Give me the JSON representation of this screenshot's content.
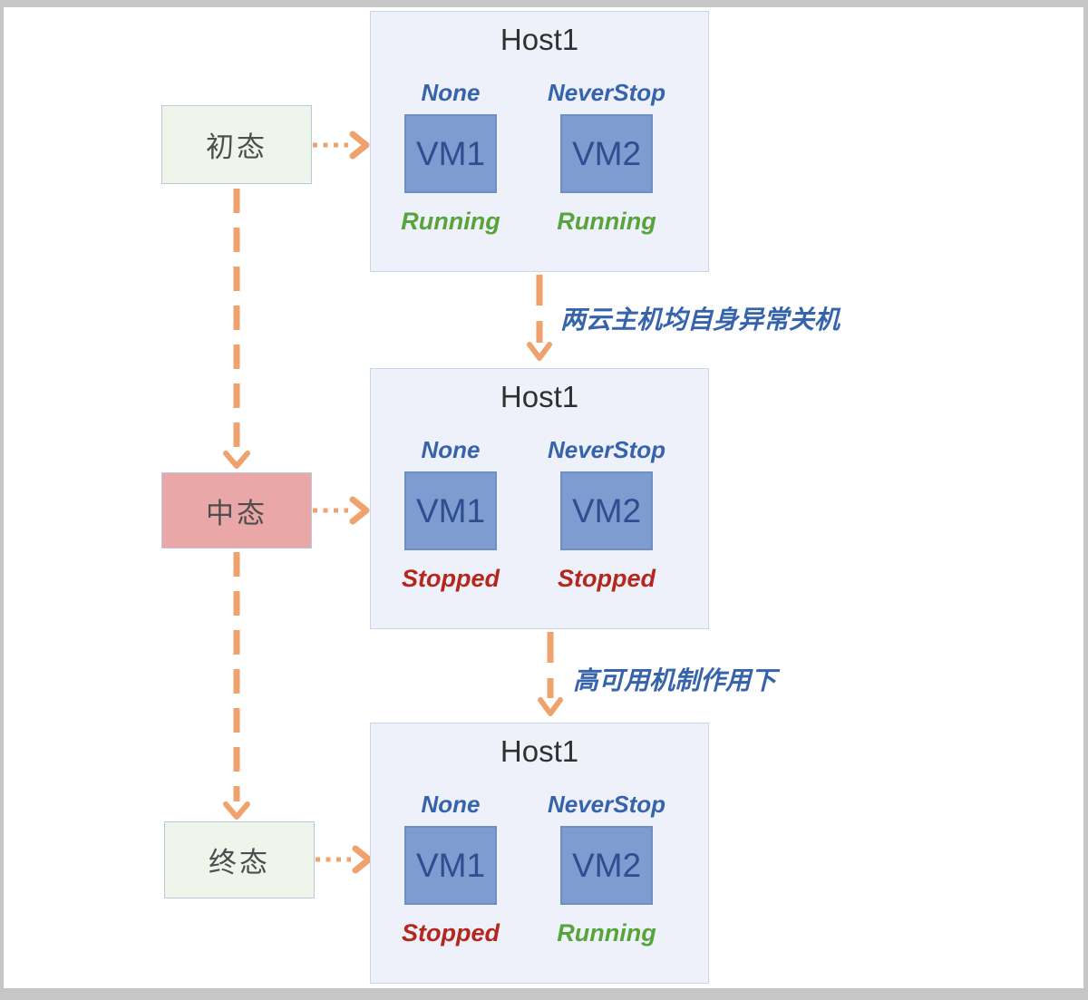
{
  "frame": {
    "color": "#c6c6c6"
  },
  "colors": {
    "arrow_orange": "#f0a26e",
    "annotation_blue": "#3563ac",
    "running_green": "#58a43c",
    "stopped_red": "#b5271d",
    "vm_fill": "#7e9cd0",
    "vm_border": "#6e8ec6",
    "vm_text": "#2d4e8f",
    "host_bg": "#eef1f9",
    "host_border": "#c9d6e8",
    "state_green_bg": "#f0f5eb",
    "state_pink_bg": "#e9a7a8",
    "state_border": "#b9c9dc"
  },
  "states": [
    {
      "label": "初态",
      "variant": "green"
    },
    {
      "label": "中态",
      "variant": "pink"
    },
    {
      "label": "终态",
      "variant": "green"
    }
  ],
  "hosts": [
    {
      "title": "Host1",
      "vms": [
        {
          "policy": "None",
          "name": "VM1",
          "status": "Running",
          "status_color": "green"
        },
        {
          "policy": "NeverStop",
          "name": "VM2",
          "status": "Running",
          "status_color": "green"
        }
      ]
    },
    {
      "title": "Host1",
      "vms": [
        {
          "policy": "None",
          "name": "VM1",
          "status": "Stopped",
          "status_color": "red"
        },
        {
          "policy": "NeverStop",
          "name": "VM2",
          "status": "Stopped",
          "status_color": "red"
        }
      ]
    },
    {
      "title": "Host1",
      "vms": [
        {
          "policy": "None",
          "name": "VM1",
          "status": "Stopped",
          "status_color": "red"
        },
        {
          "policy": "NeverStop",
          "name": "VM2",
          "status": "Running",
          "status_color": "green"
        }
      ]
    }
  ],
  "transitions": [
    {
      "label": "两云主机均自身异常关机"
    },
    {
      "label": "高可用机制作用下"
    }
  ]
}
